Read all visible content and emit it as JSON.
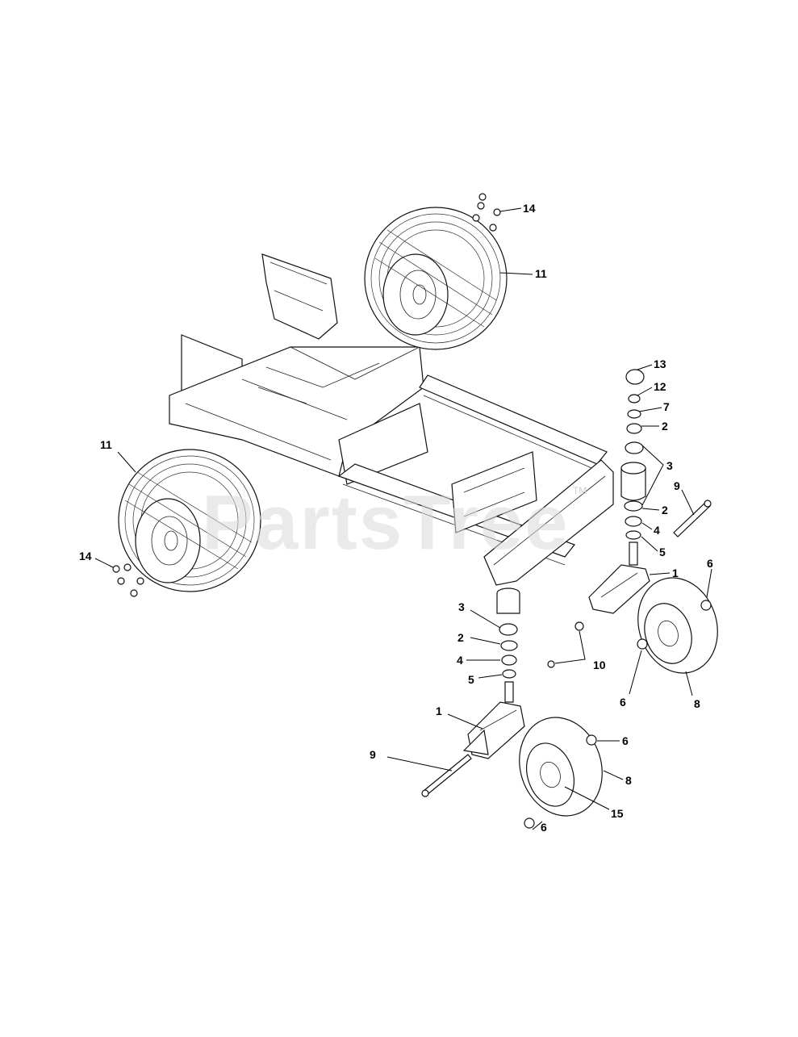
{
  "watermark": {
    "text": "PartsTree",
    "mark": "TM"
  },
  "callouts": [
    {
      "id": "c14a",
      "label": "14"
    },
    {
      "id": "c11a",
      "label": "11"
    },
    {
      "id": "c13",
      "label": "13"
    },
    {
      "id": "c12",
      "label": "12"
    },
    {
      "id": "c7",
      "label": "7"
    },
    {
      "id": "c2a",
      "label": "2"
    },
    {
      "id": "c3a",
      "label": "3"
    },
    {
      "id": "c9a",
      "label": "9"
    },
    {
      "id": "c2b",
      "label": "2"
    },
    {
      "id": "c4a",
      "label": "4"
    },
    {
      "id": "c5a",
      "label": "5"
    },
    {
      "id": "c1a",
      "label": "1"
    },
    {
      "id": "c6a",
      "label": "6"
    },
    {
      "id": "c11b",
      "label": "11"
    },
    {
      "id": "c14b",
      "label": "14"
    },
    {
      "id": "c3b",
      "label": "3"
    },
    {
      "id": "c2c",
      "label": "2"
    },
    {
      "id": "c4b",
      "label": "4"
    },
    {
      "id": "c5b",
      "label": "5"
    },
    {
      "id": "c10",
      "label": "10"
    },
    {
      "id": "c6b",
      "label": "6"
    },
    {
      "id": "c8a",
      "label": "8"
    },
    {
      "id": "c1b",
      "label": "1"
    },
    {
      "id": "c6c",
      "label": "6"
    },
    {
      "id": "c9b",
      "label": "9"
    },
    {
      "id": "c8b",
      "label": "8"
    },
    {
      "id": "c15",
      "label": "15"
    },
    {
      "id": "c6d",
      "label": "6"
    }
  ]
}
